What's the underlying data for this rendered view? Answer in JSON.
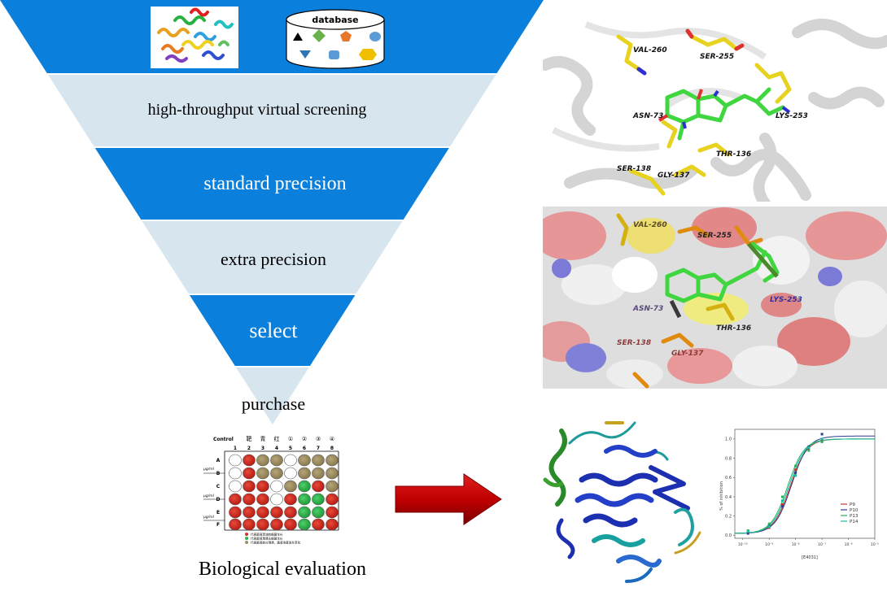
{
  "funnel": {
    "database_label": "database",
    "stages": [
      {
        "label": "high-throughput virtual screening",
        "color": "#d7e5ee"
      },
      {
        "label": "standard  precision",
        "color": "#0a7fdb"
      },
      {
        "label": "extra  precision",
        "color": "#d7e5ee"
      },
      {
        "label": "select",
        "color": "#0a7fdb"
      }
    ],
    "purchase_label": "purchase",
    "top_color": "#0a7fdb",
    "light_color": "#d7e5ee"
  },
  "plate": {
    "control_label": "Control",
    "column_headers": [
      "1",
      "2",
      "3",
      "4",
      "5",
      "6",
      "7",
      "8"
    ],
    "top_symbols": [
      "靶",
      "青",
      "红",
      "①",
      "②",
      "③",
      "④"
    ],
    "rows": [
      "A",
      "B",
      "C",
      "D",
      "E",
      "F"
    ],
    "side_units": [
      "μg/ml",
      "μg/ml",
      "μg/ml"
    ],
    "legend": [
      "代表菌液混浊有细菌生长",
      "代表菌液澄清无细菌生长",
      "代表菌液部分澄清，菌液浓度发生变化"
    ]
  },
  "biological_label": "Biological  evaluation",
  "docking_residues": {
    "panel1": [
      "VAL-260",
      "SER-255",
      "ASN-73",
      "LYS-253",
      "THR-136",
      "SER-138",
      "GLY-137"
    ],
    "panel2": [
      "VAL-260",
      "SER-255",
      "ASN-73",
      "LYS-253",
      "THR-136",
      "SER-138",
      "GLY-137"
    ]
  },
  "arrow_color": "#c00000",
  "chart_data": {
    "type": "line",
    "ylabel": "% of inhibition",
    "xlabel": "[E4031]",
    "x_scale": "log",
    "y_ticks": [
      "0.0",
      "0.2",
      "0.4",
      "0.6",
      "0.8",
      "1.0"
    ],
    "x_ticks": [
      "10⁻¹⁰",
      "10⁻⁹",
      "10⁻⁸",
      "10⁻⁷",
      "10⁻⁶",
      "10⁻⁵"
    ],
    "ylim": [
      0,
      1.1
    ],
    "legend_position": "bottom-right",
    "series": [
      {
        "name": "P9",
        "color": "#c0392b",
        "ic50_log": -8.2,
        "x_log": [
          -9.8,
          -9.0,
          -8.5,
          -8.0,
          -7.5,
          -7.0
        ],
        "y": [
          0.03,
          0.08,
          0.32,
          0.68,
          0.9,
          0.98
        ]
      },
      {
        "name": "P10",
        "color": "#2c3e90",
        "ic50_log": -8.15,
        "x_log": [
          -9.8,
          -9.0,
          -8.5,
          -8.0,
          -7.5,
          -7.0
        ],
        "y": [
          0.02,
          0.1,
          0.3,
          0.65,
          0.92,
          1.05
        ]
      },
      {
        "name": "P13",
        "color": "#27ae60",
        "ic50_log": -8.3,
        "x_log": [
          -9.8,
          -9.0,
          -8.5,
          -8.0,
          -7.5,
          -7.0
        ],
        "y": [
          0.05,
          0.12,
          0.4,
          0.72,
          0.88,
          0.97
        ]
      },
      {
        "name": "P14",
        "color": "#1abc9c",
        "ic50_log": -8.25,
        "x_log": [
          -9.8,
          -9.0,
          -8.5,
          -8.0,
          -7.5,
          -7.0
        ],
        "y": [
          0.04,
          0.09,
          0.36,
          0.62,
          0.91,
          1.0
        ]
      }
    ]
  }
}
